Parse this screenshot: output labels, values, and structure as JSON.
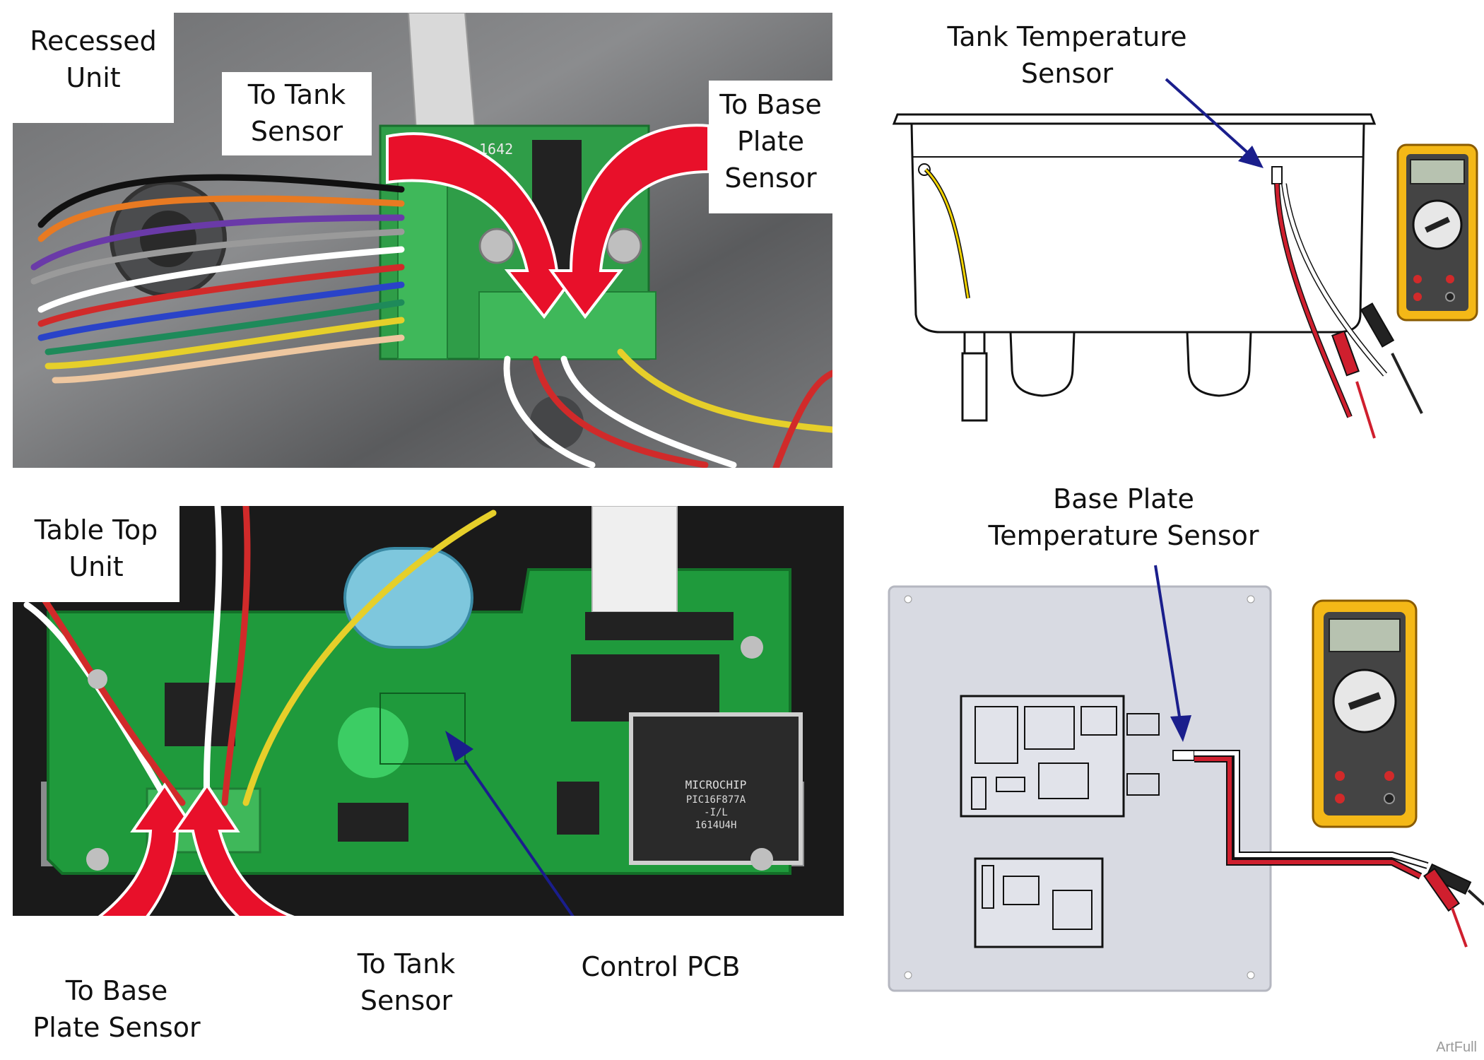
{
  "recessed_photo": {
    "unit_label": [
      "Recessed",
      "Unit"
    ],
    "to_tank_label": [
      "To Tank",
      "Sensor"
    ],
    "to_base_label": [
      "To Base",
      "Plate",
      "Sensor"
    ],
    "board_mark": "1642"
  },
  "tabletop_photo": {
    "unit_label": [
      "Table Top",
      "Unit"
    ],
    "to_base_label": [
      "To Base",
      "Plate Sensor"
    ],
    "to_tank_label": [
      "To Tank",
      "Sensor"
    ],
    "control_label": "Control PCB",
    "chip_text": [
      "MICROCHIP",
      "PIC16F877A",
      "-I/L",
      "1614U4H"
    ]
  },
  "tank_diagram": {
    "label": [
      "Tank Temperature",
      "Sensor"
    ]
  },
  "base_plate_diagram": {
    "label": [
      "Base Plate",
      "Temperature Sensor"
    ]
  },
  "credit": "ArtFull",
  "colors": {
    "arrow_red": "#e8102a",
    "pointer_blue": "#1a1e8c",
    "pcb_green": "#1f9a3c",
    "meter_yellow": "#f4b817",
    "plate_gray": "#d8dae2"
  }
}
